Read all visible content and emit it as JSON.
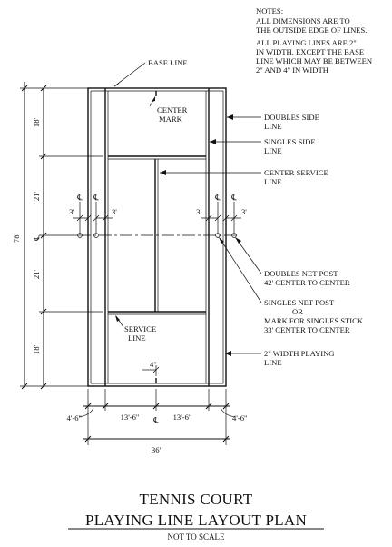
{
  "notes": {
    "heading": "NOTES:",
    "line1": "ALL DIMENSIONS ARE TO",
    "line2": "THE OUTSIDE EDGE OF LINES.",
    "line3": "ALL PLAYING LINES ARE 2\"",
    "line4": "IN WIDTH, EXCEPT THE BASE",
    "line5": "LINE WHICH MAY BE BETWEEN",
    "line6": "2\" AND 4\" IN WIDTH"
  },
  "labels": {
    "base_line": "BASE LINE",
    "center_mark_1": "CENTER",
    "center_mark_2": "MARK",
    "doubles_side_1": "DOUBLES SIDE",
    "doubles_side_2": "LINE",
    "singles_side_1": "SINGLES SIDE",
    "singles_side_2": "LINE",
    "center_service_1": "CENTER SERVICE",
    "center_service_2": "LINE",
    "doubles_net_1": "DOUBLES NET POST",
    "doubles_net_2": "42' CENTER TO CENTER",
    "singles_net_1": "SINGLES NET POST",
    "singles_net_2": "OR",
    "singles_net_3": "MARK FOR SINGLES STICK",
    "singles_net_4": "33' CENTER TO CENTER",
    "width_playing_1": "2\" WIDTH PLAYING",
    "width_playing_2": "LINE",
    "service_line_1": "SERVICE",
    "service_line_2": "LINE"
  },
  "dimensions": {
    "total_length": "78'",
    "seg_18_top": "18'",
    "seg_21_top": "21'",
    "seg_21_bottom": "21'",
    "seg_18_bottom": "18'",
    "left_cl": "℄",
    "offset_left_a": "3'",
    "offset_left_b": "3'",
    "offset_right_a": "3'",
    "offset_right_b": "3'",
    "four_inch": "4\"",
    "alley_left": "4'-6\"",
    "half_left": "13'-6\"",
    "half_right": "13'-6\"",
    "alley_right": "4'-6\"",
    "total_width": "36'",
    "cl_symbol": "℄"
  },
  "title": {
    "line1": "TENNIS COURT",
    "line2": "PLAYING LINE LAYOUT PLAN",
    "line3": "NOT TO SCALE"
  }
}
